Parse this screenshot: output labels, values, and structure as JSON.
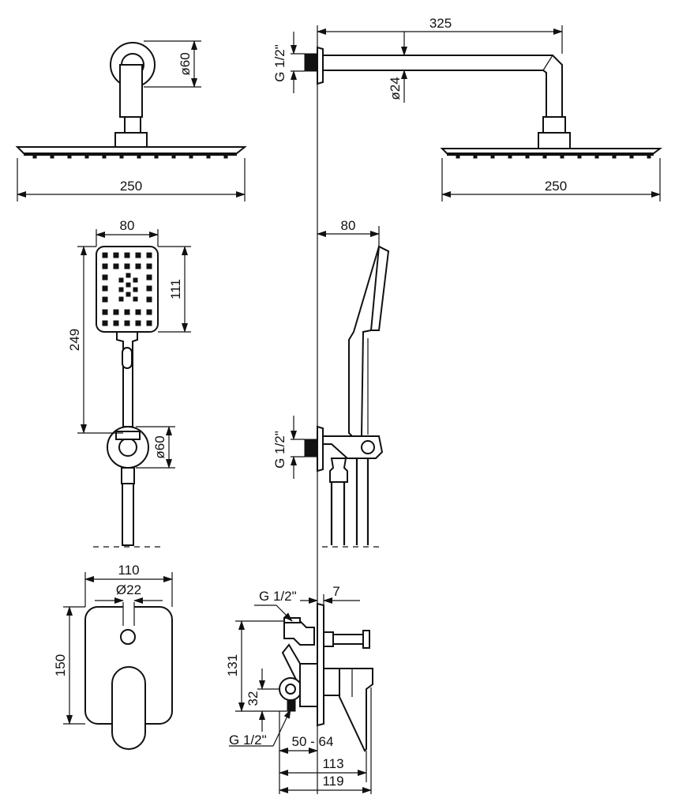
{
  "dimensions": {
    "rose_flange_dia": "ø60",
    "shower_head_width_front": "250",
    "arm_length": "325",
    "thread_arm": "G 1/2\"",
    "arm_dia": "ø24",
    "shower_head_width_side": "250",
    "handshower_width_front": "80",
    "handshower_head_height": "111",
    "handshower_length": "249",
    "holder_dia": "ø60",
    "handshower_depth": "80",
    "thread_outlet": "G 1/2\"",
    "plate_width": "110",
    "knob_dia": "Ø22",
    "plate_height": "150",
    "thread_top": "G 1/2\"",
    "plate_thickness": "7",
    "body_height": "131",
    "inlet_offset": "32",
    "thread_inlet": "G 1/2\"",
    "install_depth": "50 - 64",
    "projection_1": "113",
    "projection_2": "119"
  }
}
